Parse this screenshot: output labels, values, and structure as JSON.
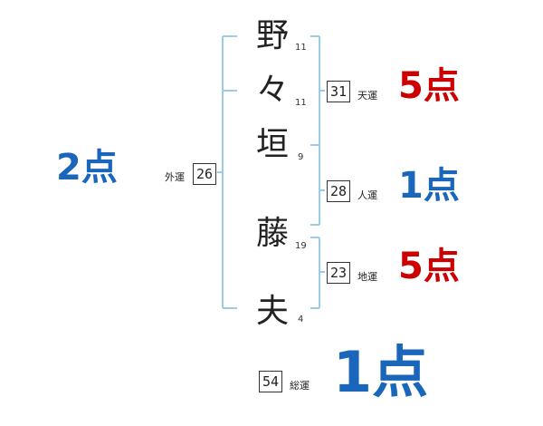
{
  "colors": {
    "red": "#cc0000",
    "blue": "#1a66bb",
    "bracket": "#9ccde8"
  },
  "name": [
    {
      "char": "野",
      "strokes": "11"
    },
    {
      "char": "々",
      "strokes": "11"
    },
    {
      "char": "垣",
      "strokes": "9"
    },
    {
      "char": "藤",
      "strokes": "19"
    },
    {
      "char": "夫",
      "strokes": "4"
    }
  ],
  "gaiun": {
    "label": "外運",
    "value": "26",
    "score": "2点"
  },
  "tenun": {
    "label": "天運",
    "value": "31",
    "score": "5点"
  },
  "jinun": {
    "label": "人運",
    "value": "28",
    "score": "1点"
  },
  "chiun": {
    "label": "地運",
    "value": "23",
    "score": "5点"
  },
  "soun": {
    "label": "総運",
    "value": "54",
    "score": "1点"
  }
}
